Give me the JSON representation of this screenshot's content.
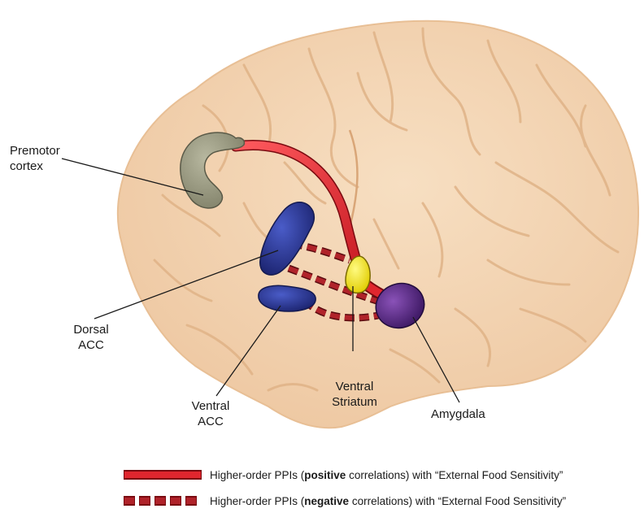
{
  "labels": {
    "premotor": [
      "Premotor",
      "cortex"
    ],
    "dorsal_acc": [
      "Dorsal",
      "ACC"
    ],
    "ventral_acc": [
      "Ventral",
      "ACC"
    ],
    "ventral_striatum": [
      "Ventral",
      "Striatum"
    ],
    "amygdala": "Amygdala"
  },
  "legend": {
    "positive": {
      "prefix": "Higher-order PPIs (",
      "emph": "positive",
      "suffix": " correlations) with “External Food Sensitivity”"
    },
    "negative": {
      "prefix": "Higher-order PPIs (",
      "emph": "negative",
      "suffix": " correlations) with “External Food Sensitivity”"
    }
  },
  "colors": {
    "brain": "#f3d4b0",
    "brain_fold": "#e2b68c",
    "premotor": "#9c9c82",
    "dorsal_acc": "#2c3a94",
    "ventral_acc": "#26358c",
    "ventral_striatum": "#f2ea1c",
    "amygdala": "#5c2a8a",
    "positive_link": "#d8262e",
    "negative_link": "#8a1a20"
  }
}
